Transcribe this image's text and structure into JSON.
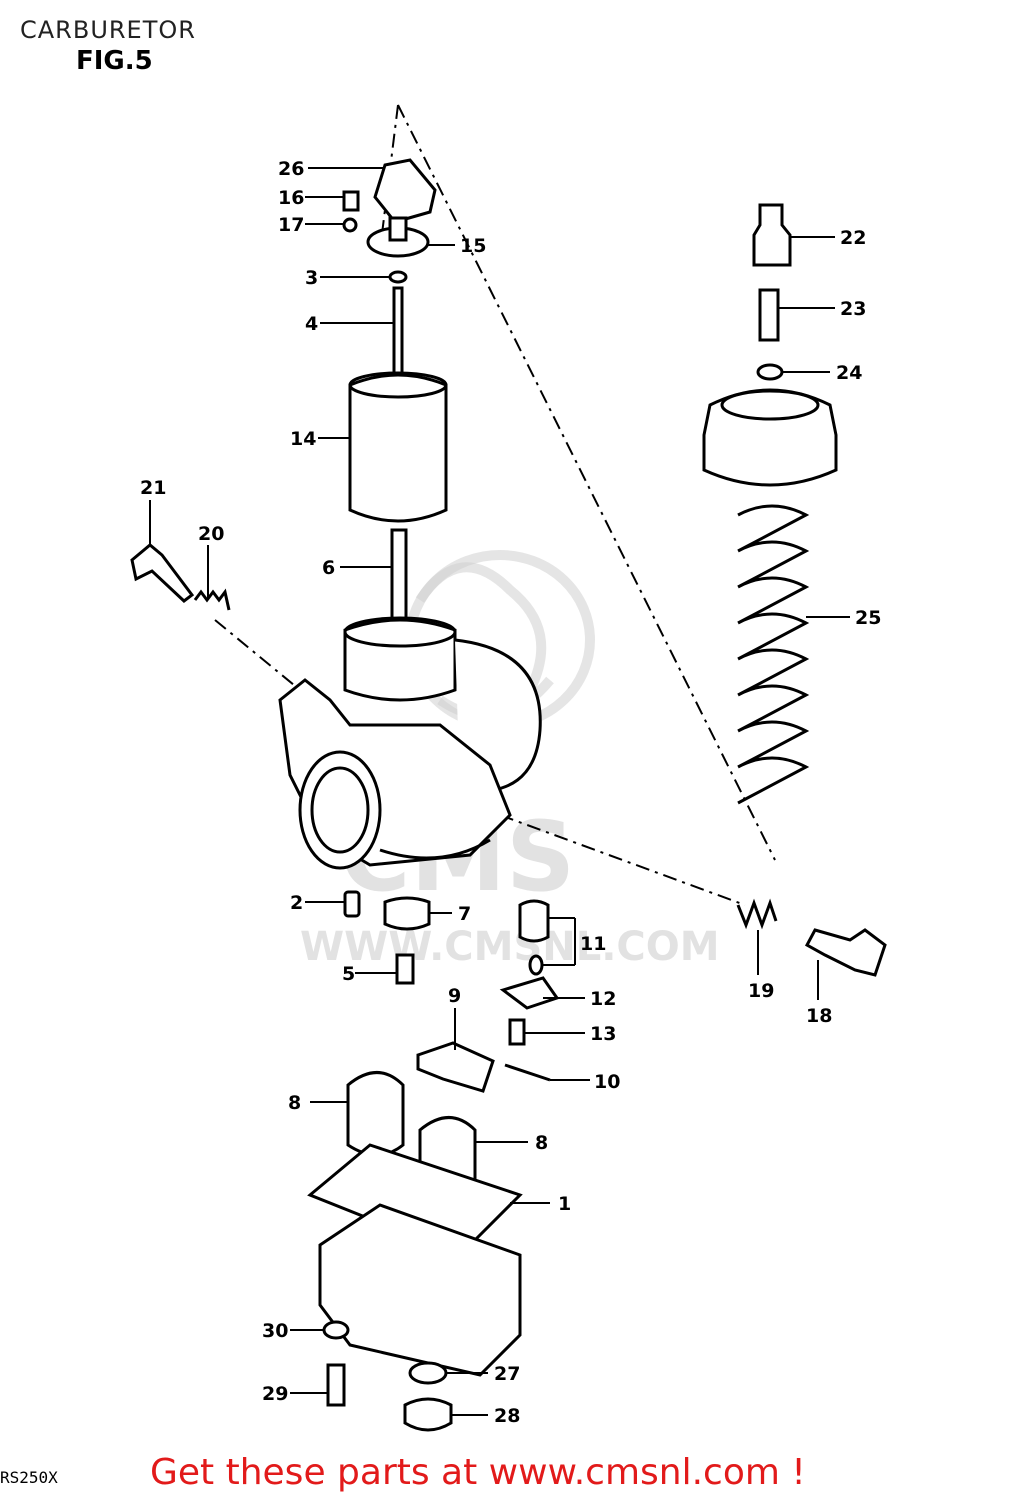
{
  "header": {
    "title": "CARBURETOR",
    "figure": "FIG.5"
  },
  "watermark": {
    "brand": "CMS",
    "url": "WWW.CMSNL.COM"
  },
  "callouts": [
    {
      "id": "c26",
      "label": "26"
    },
    {
      "id": "c16",
      "label": "16"
    },
    {
      "id": "c17",
      "label": "17"
    },
    {
      "id": "c15",
      "label": "15"
    },
    {
      "id": "c3",
      "label": "3"
    },
    {
      "id": "c4",
      "label": "4"
    },
    {
      "id": "c14",
      "label": "14"
    },
    {
      "id": "c21",
      "label": "21"
    },
    {
      "id": "c20",
      "label": "20"
    },
    {
      "id": "c6",
      "label": "6"
    },
    {
      "id": "c22",
      "label": "22"
    },
    {
      "id": "c23",
      "label": "23"
    },
    {
      "id": "c24",
      "label": "24"
    },
    {
      "id": "c25",
      "label": "25"
    },
    {
      "id": "c2",
      "label": "2"
    },
    {
      "id": "c7",
      "label": "7"
    },
    {
      "id": "c11",
      "label": "11"
    },
    {
      "id": "c5",
      "label": "5"
    },
    {
      "id": "c12",
      "label": "12"
    },
    {
      "id": "c19",
      "label": "19"
    },
    {
      "id": "c18",
      "label": "18"
    },
    {
      "id": "c9",
      "label": "9"
    },
    {
      "id": "c13",
      "label": "13"
    },
    {
      "id": "c10",
      "label": "10"
    },
    {
      "id": "c8a",
      "label": "8"
    },
    {
      "id": "c8b",
      "label": "8"
    },
    {
      "id": "c1",
      "label": "1"
    },
    {
      "id": "c30",
      "label": "30"
    },
    {
      "id": "c27",
      "label": "27"
    },
    {
      "id": "c29",
      "label": "29"
    },
    {
      "id": "c28",
      "label": "28"
    }
  ],
  "footer": {
    "model_code": "RS250X",
    "link_text": "Get these parts at www.cmsnl.com !"
  },
  "colors": {
    "ink": "#000000",
    "link": "#e21a1a",
    "watermark": "#d0d0d0"
  }
}
